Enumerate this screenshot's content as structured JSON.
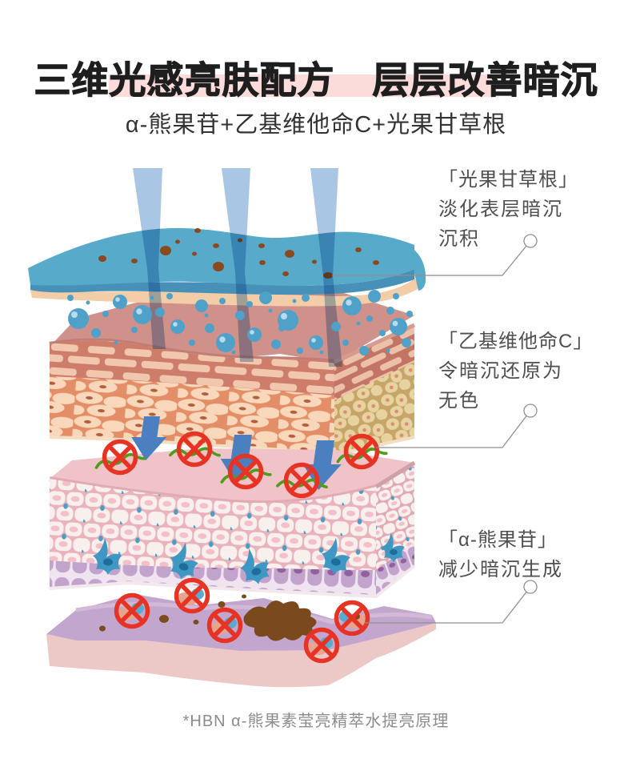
{
  "header": {
    "title": "三维光感亮肤配方　层层改善暗沉",
    "subtitle": "α-熊果苷+乙基维他命C+光果甘草根"
  },
  "annotations": [
    {
      "heading": "「光果甘草根」",
      "line1": "淡化表层暗沉",
      "line2": "沉积"
    },
    {
      "heading": "「乙基维他命C」",
      "line1": "令暗沉还原为",
      "line2": "无色"
    },
    {
      "heading": "「α-熊果苷」",
      "line1": "减少暗沉生成",
      "line2": ""
    }
  ],
  "footnote": "*HBN α-熊果素莹亮精萃水提亮原理",
  "icons": {
    "prohibition": "circle-x-icon",
    "leader_marker": "circle-marker",
    "down_arrow": "arrow-down",
    "light_beam": "light-beam"
  },
  "colors": {
    "title_text": "#1e1e1e",
    "title_highlight": "#fbdcda",
    "annotation_text": "#4f4f4f",
    "skin_surface_blue": "#57aac9",
    "beam_blue": "#a9c6e4",
    "bubble_blue": "#4fa1c9",
    "arrow_blue": "#4c7fc0",
    "prohibit_red": "#e73323",
    "squiggle_green": "#4f9c1c",
    "melanin_brown": "#7a4a1e",
    "dermis_purple": "#c3a6cd"
  },
  "diagram_counts": {
    "light_beams": 3,
    "down_arrows": 3,
    "prohibition_marks_mid": 5,
    "prohibition_marks_bottom": 5
  }
}
